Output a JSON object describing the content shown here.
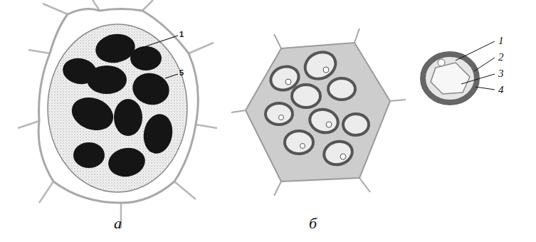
{
  "diagram": {
    "labels": [
      "1",
      "5",
      "1",
      "2",
      "3",
      "4",
      "а",
      "б"
    ]
  }
}
